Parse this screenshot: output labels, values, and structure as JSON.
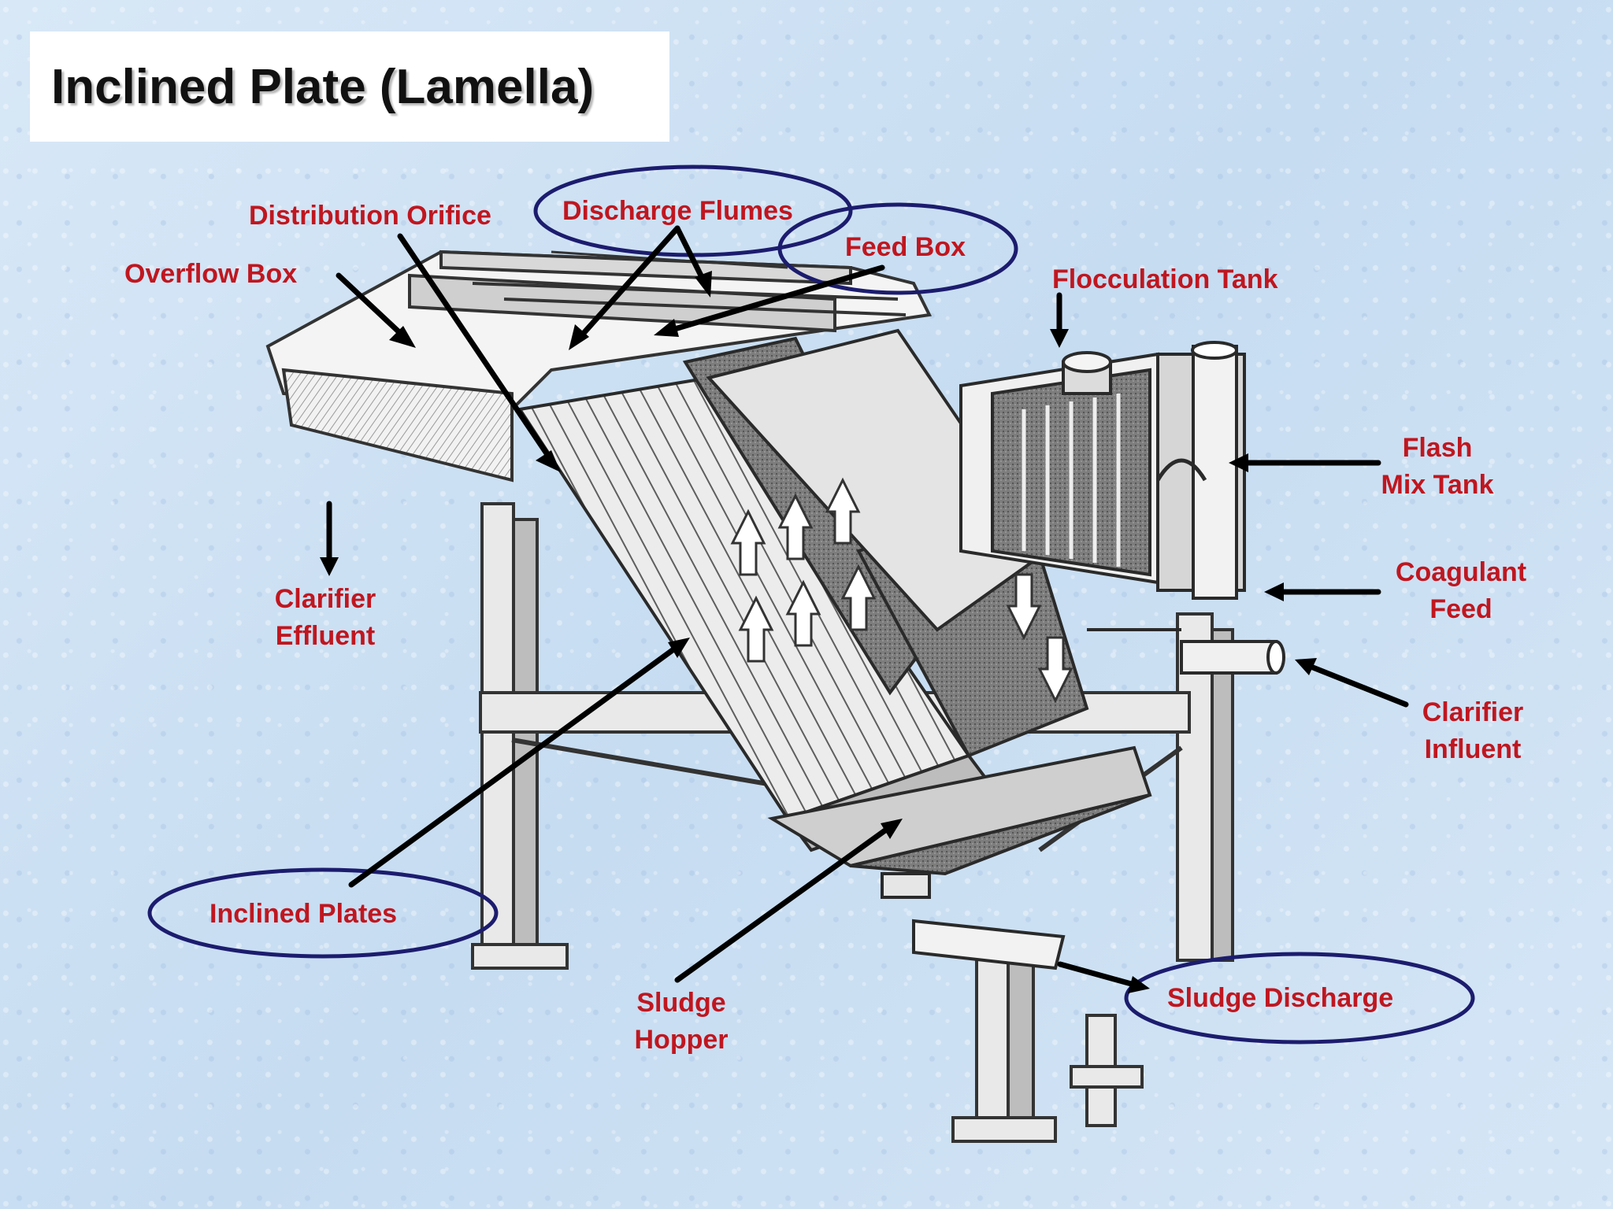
{
  "title": "Inclined Plate (Lamella)",
  "labels": {
    "distribution_orifice": "Distribution Orifice",
    "discharge_flumes": "Discharge Flumes",
    "feed_box": "Feed Box",
    "overflow_box": "Overflow Box",
    "flocculation_tank": "Flocculation Tank",
    "flash_mix_line1": "Flash",
    "flash_mix_line2": "Mix Tank",
    "coagulant_line1": "Coagulant",
    "coagulant_line2": "Feed",
    "clarifier_effluent_line1": "Clarifier",
    "clarifier_effluent_line2": "Effluent",
    "clarifier_influent_line1": "Clarifier",
    "clarifier_influent_line2": "Influent",
    "inclined_plates": "Inclined Plates",
    "sludge_hopper_line1": "Sludge",
    "sludge_hopper_line2": "Hopper",
    "sludge_discharge": "Sludge Discharge"
  },
  "colors": {
    "label_text": "#c0161f",
    "highlight_ellipse": "#1c1c6e",
    "arrow": "#000000",
    "background": "#cfe2f5"
  }
}
